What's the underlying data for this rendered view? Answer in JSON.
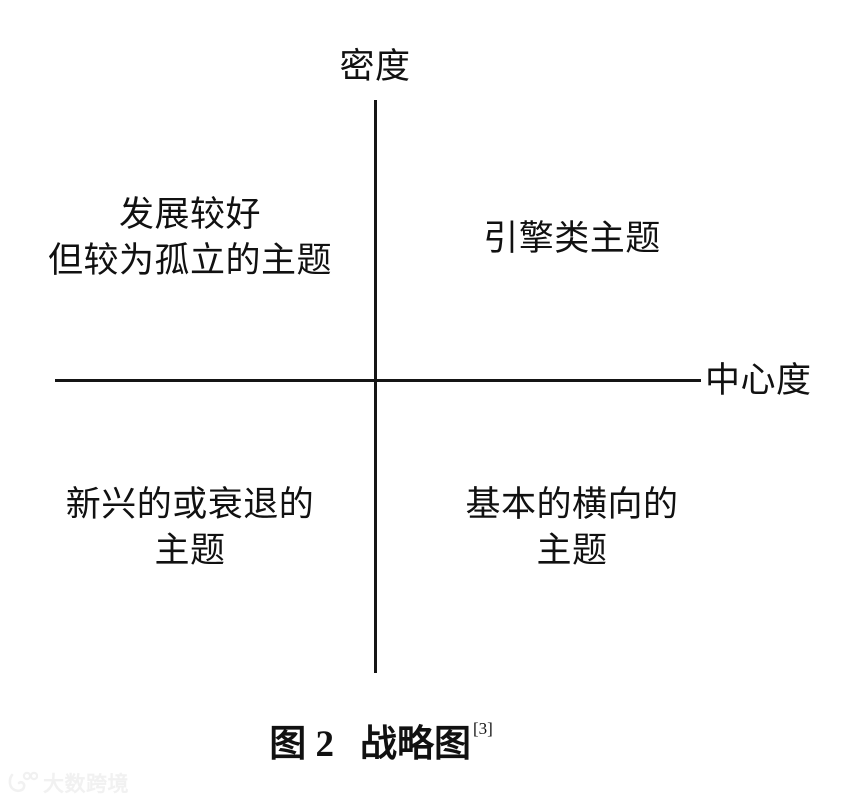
{
  "figure": {
    "background_color": "#ffffff",
    "line_color": "#151515",
    "text_color": "#111111",
    "caption": {
      "prefix": "图 2",
      "title": "战略图",
      "reference": "[3]"
    }
  },
  "axes": {
    "y_label": "密度",
    "x_label": "中心度"
  },
  "quadrants": {
    "top_left": {
      "line1": "发展较好",
      "line2": "但较为孤立的主题"
    },
    "top_right": {
      "line1": "引擎类主题"
    },
    "bottom_left": {
      "line1": "新兴的或衰退的",
      "line2": "主题"
    },
    "bottom_right": {
      "line1": "基本的横向的",
      "line2": "主题"
    }
  },
  "watermark": {
    "text": "大数跨境",
    "color": "#e4e4e4"
  },
  "chart_data": {
    "type": "scatter",
    "title": "图 2　战略图",
    "xlabel": "中心度",
    "ylabel": "密度",
    "grid": false,
    "legend": "none",
    "xlim": [
      -1,
      1
    ],
    "ylim": [
      -1,
      1
    ],
    "series": [],
    "annotations": [
      {
        "quadrant": "II",
        "x": -0.5,
        "y": 0.5,
        "text": "发展较好但较为孤立的主题"
      },
      {
        "quadrant": "I",
        "x": 0.5,
        "y": 0.5,
        "text": "引擎类主题"
      },
      {
        "quadrant": "III",
        "x": -0.5,
        "y": -0.5,
        "text": "新兴的或衰退的主题"
      },
      {
        "quadrant": "IV",
        "x": 0.5,
        "y": -0.5,
        "text": "基本的横向的主题"
      }
    ]
  }
}
